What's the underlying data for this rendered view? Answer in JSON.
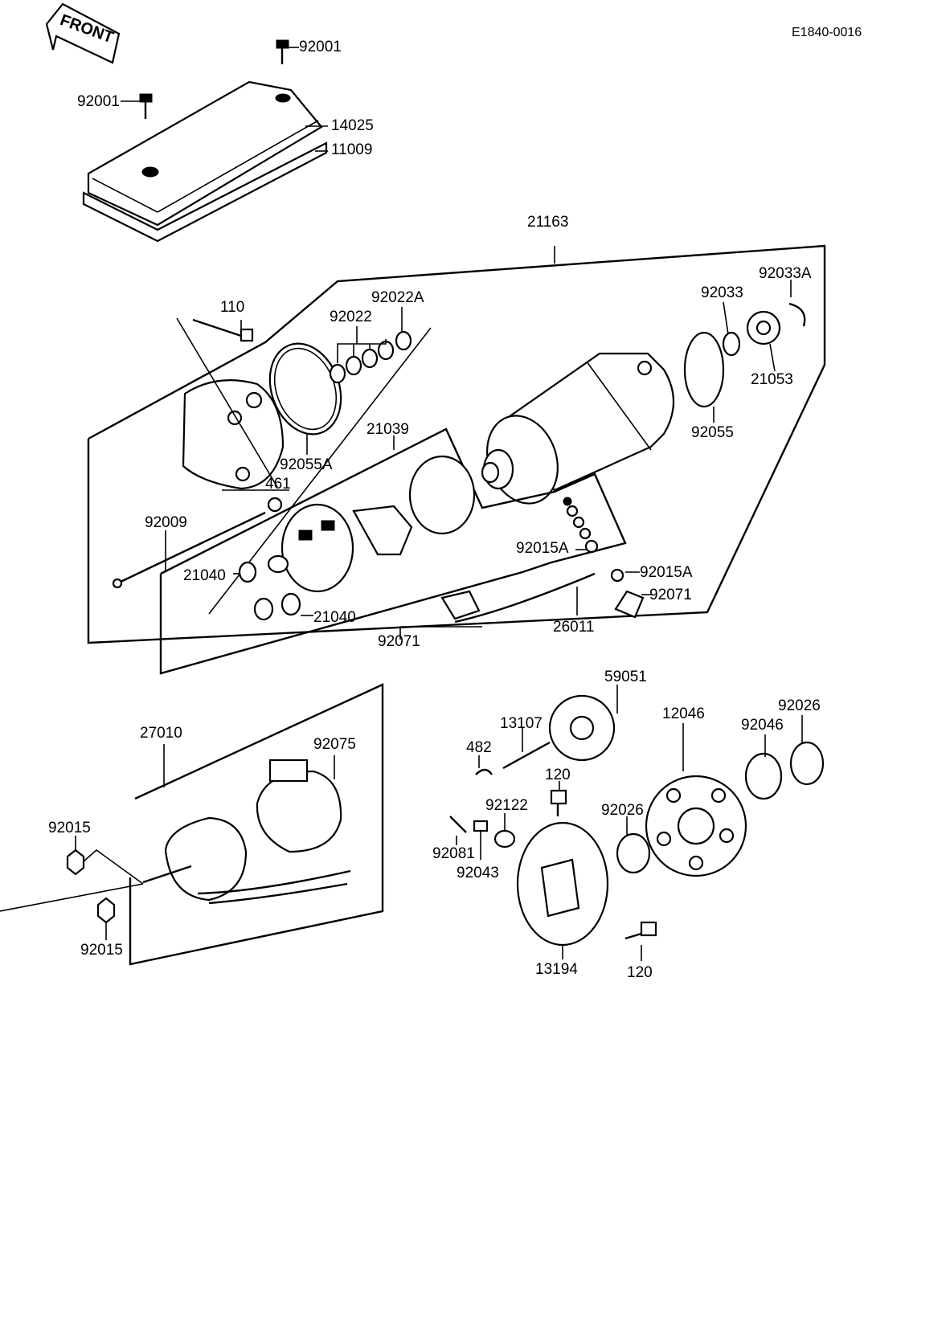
{
  "doc_code": "E1840-0016",
  "front_label": "FRONT",
  "callouts": [
    {
      "key": "c_92001_top",
      "text": "92001"
    },
    {
      "key": "c_92001_left",
      "text": "92001"
    },
    {
      "key": "c_14025",
      "text": "14025"
    },
    {
      "key": "c_11009",
      "text": "11009"
    },
    {
      "key": "c_21163",
      "text": "21163"
    },
    {
      "key": "c_110",
      "text": "110"
    },
    {
      "key": "c_92022A",
      "text": "92022A"
    },
    {
      "key": "c_92022",
      "text": "92022"
    },
    {
      "key": "c_92033",
      "text": "92033"
    },
    {
      "key": "c_92033A",
      "text": "92033A"
    },
    {
      "key": "c_21053",
      "text": "21053"
    },
    {
      "key": "c_92055",
      "text": "92055"
    },
    {
      "key": "c_21039",
      "text": "21039"
    },
    {
      "key": "c_92055A",
      "text": "92055A"
    },
    {
      "key": "c_461",
      "text": "461"
    },
    {
      "key": "c_92009",
      "text": "92009"
    },
    {
      "key": "c_92015A_1",
      "text": "92015A"
    },
    {
      "key": "c_92015A_2",
      "text": "92015A"
    },
    {
      "key": "c_92071_r",
      "text": "92071"
    },
    {
      "key": "c_21040_a",
      "text": "21040"
    },
    {
      "key": "c_21040_b",
      "text": "21040"
    },
    {
      "key": "c_26011",
      "text": "26011"
    },
    {
      "key": "c_92071_b",
      "text": "92071"
    },
    {
      "key": "c_59051",
      "text": "59051"
    },
    {
      "key": "c_13107",
      "text": "13107"
    },
    {
      "key": "c_12046",
      "text": "12046"
    },
    {
      "key": "c_92026_r",
      "text": "92026"
    },
    {
      "key": "c_92046",
      "text": "92046"
    },
    {
      "key": "c_482",
      "text": "482"
    },
    {
      "key": "c_120_a",
      "text": "120"
    },
    {
      "key": "c_92122",
      "text": "92122"
    },
    {
      "key": "c_92026_m",
      "text": "92026"
    },
    {
      "key": "c_92081",
      "text": "92081"
    },
    {
      "key": "c_92043",
      "text": "92043"
    },
    {
      "key": "c_27010",
      "text": "27010"
    },
    {
      "key": "c_92075",
      "text": "92075"
    },
    {
      "key": "c_92015_a",
      "text": "92015"
    },
    {
      "key": "c_92015_b",
      "text": "92015"
    },
    {
      "key": "c_13194",
      "text": "13194"
    },
    {
      "key": "c_120_b",
      "text": "120"
    }
  ],
  "icons": [
    "front-arrow-icon"
  ]
}
